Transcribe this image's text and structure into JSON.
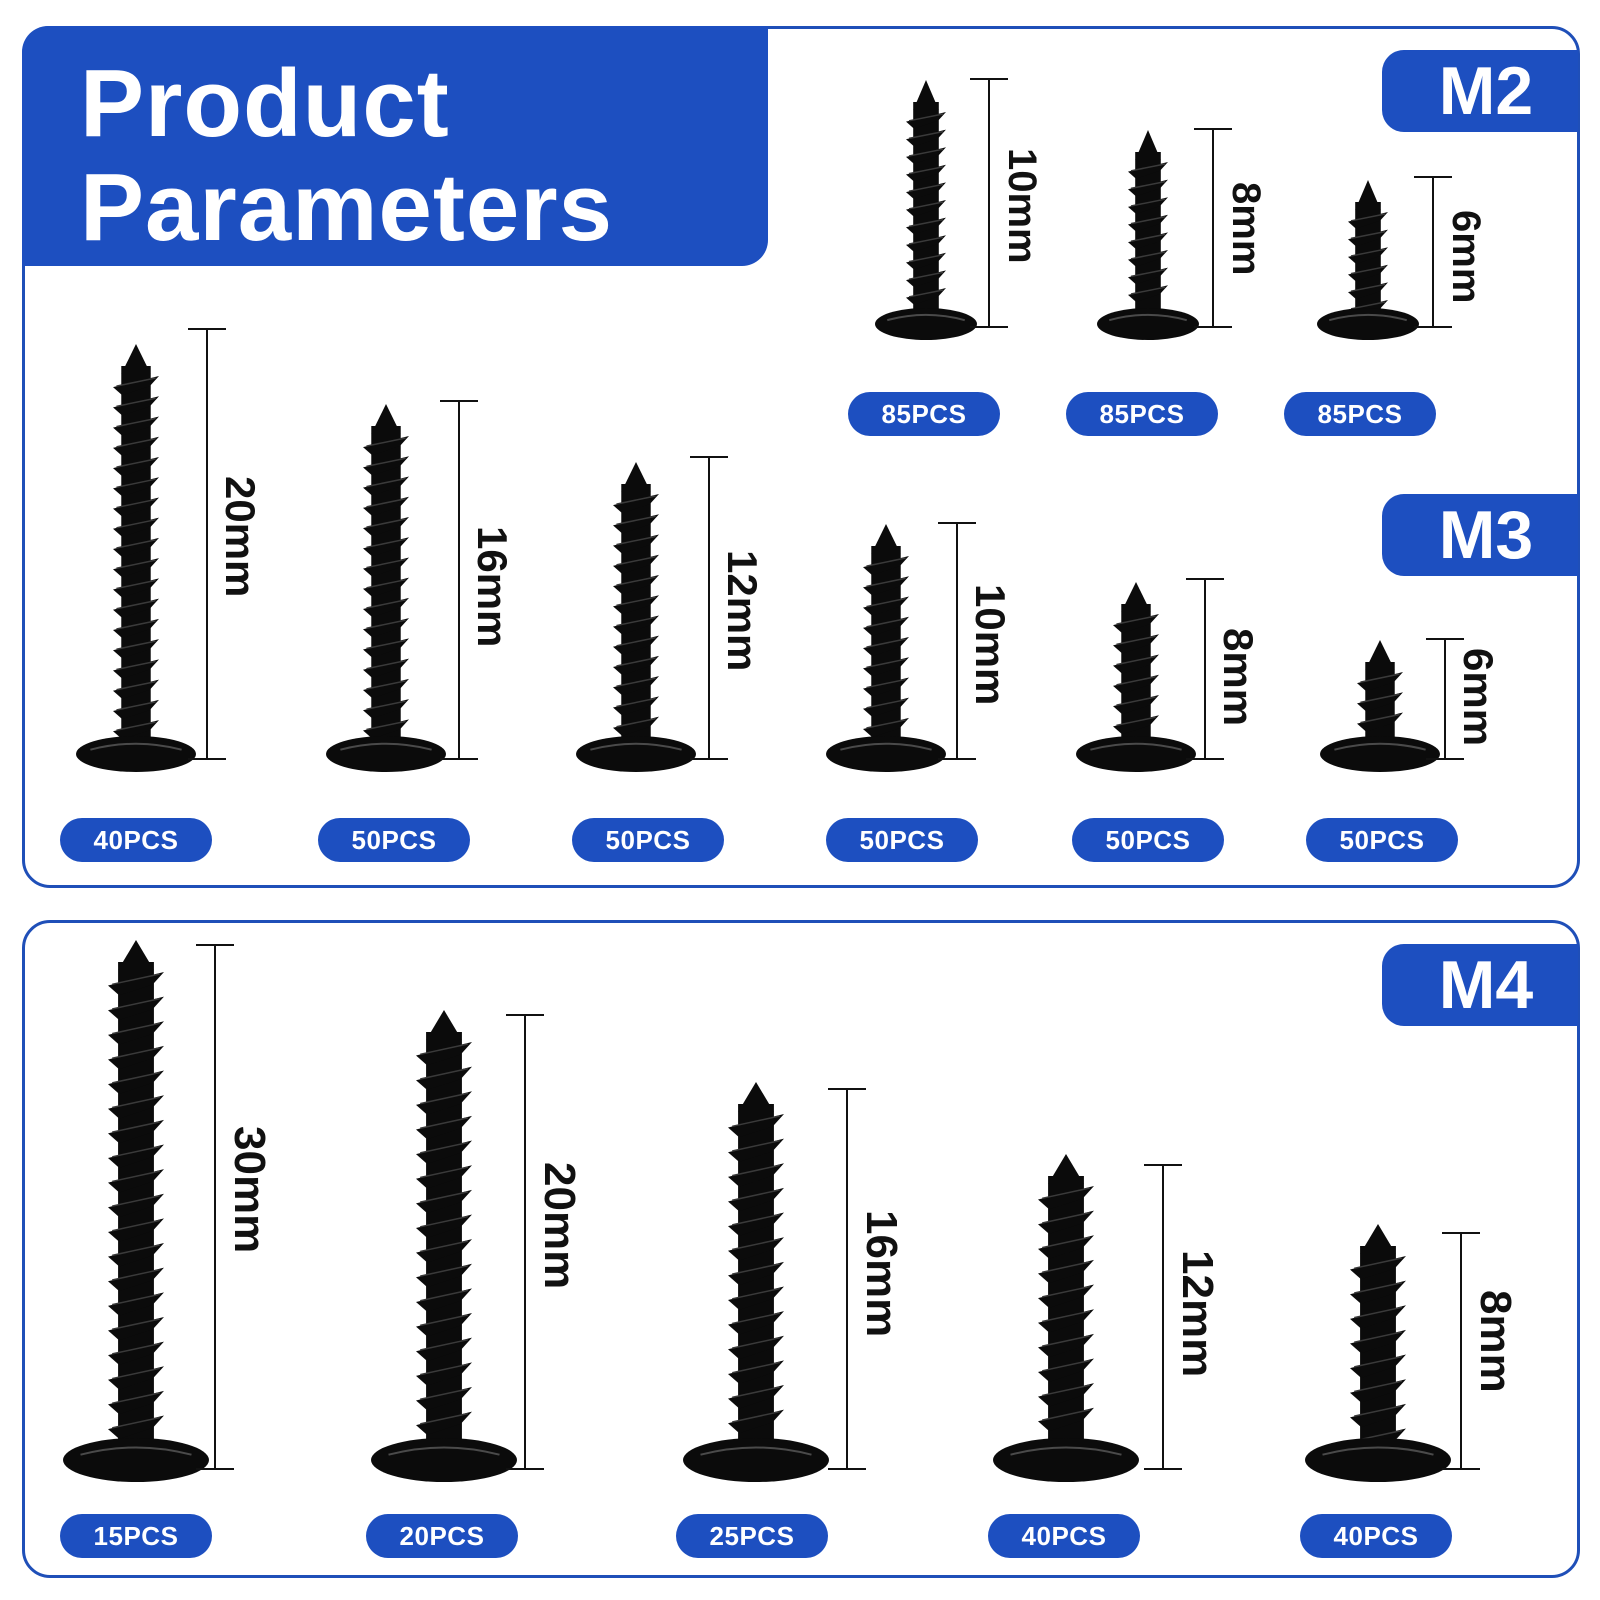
{
  "title": {
    "line1": "Product",
    "line2": "Parameters"
  },
  "groups": [
    {
      "label": "M2",
      "items": [
        {
          "length": "10mm",
          "qty": "85PCS"
        },
        {
          "length": "8mm",
          "qty": "85PCS"
        },
        {
          "length": "6mm",
          "qty": "85PCS"
        }
      ]
    },
    {
      "label": "M3",
      "items": [
        {
          "length": "20mm",
          "qty": "40PCS"
        },
        {
          "length": "16mm",
          "qty": "50PCS"
        },
        {
          "length": "12mm",
          "qty": "50PCS"
        },
        {
          "length": "10mm",
          "qty": "50PCS"
        },
        {
          "length": "8mm",
          "qty": "50PCS"
        },
        {
          "length": "6mm",
          "qty": "50PCS"
        }
      ]
    },
    {
      "label": "M4",
      "items": [
        {
          "length": "30mm",
          "qty": "15PCS"
        },
        {
          "length": "20mm",
          "qty": "20PCS"
        },
        {
          "length": "16mm",
          "qty": "25PCS"
        },
        {
          "length": "12mm",
          "qty": "40PCS"
        },
        {
          "length": "8mm",
          "qty": "40PCS"
        }
      ]
    }
  ],
  "colors": {
    "brand_blue": "#1d4fc0",
    "screw_black": "#0b0b0b",
    "border_blue": "#1f4fb8"
  },
  "icons": {
    "screw": "pan-head-screw-icon"
  }
}
